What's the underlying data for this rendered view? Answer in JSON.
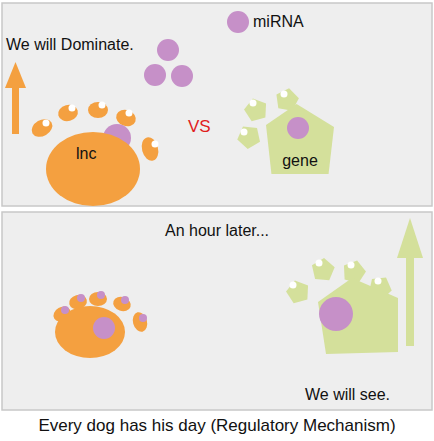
{
  "diagram": {
    "caption": "Every dog has his day (Regulatory Mechanism)",
    "nodes": [
      {
        "text": [
          "lnc"
        ]
      },
      {
        "text": [
          "gene"
        ]
      }
    ],
    "labels": [
      "We will Dominate.",
      "VS",
      "An hour later...",
      "We will see."
    ],
    "legend": [
      {
        "text": "miRNA",
        "color": "#c690c8"
      }
    ]
  }
}
